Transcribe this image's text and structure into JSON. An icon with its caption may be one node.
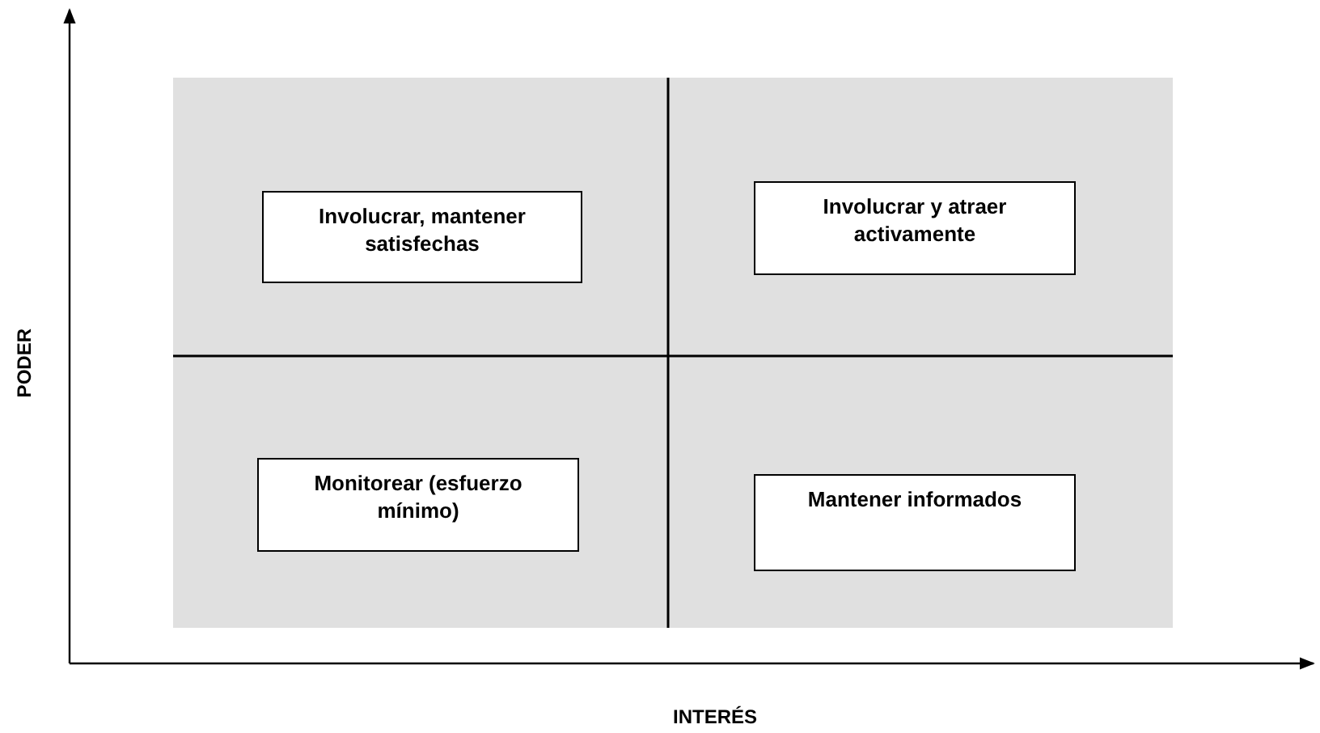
{
  "diagram": {
    "nodes": [
      {
        "text": [
          "Involucrar, mantener satisfechas"
        ]
      },
      {
        "text": [
          "Involucrar y atraer activamente"
        ]
      },
      {
        "text": [
          "Monitorear (esfuerzo mínimo)"
        ]
      },
      {
        "text": [
          "Mantener informados"
        ]
      }
    ],
    "labels": [
      "PODER",
      "INTERÉS"
    ]
  }
}
